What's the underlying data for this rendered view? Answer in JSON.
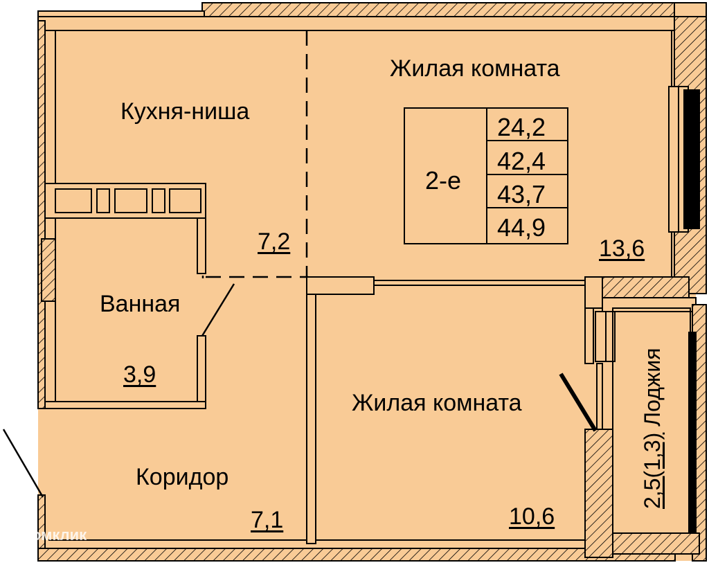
{
  "colors": {
    "floor": "#F9CB96",
    "wall": "#F9CB96",
    "line": "#000000",
    "hatch": "#000000"
  },
  "rooms": {
    "kitchen": {
      "label": "Кухня-ниша",
      "area": "7,2"
    },
    "living_big": {
      "label": "Жилая комната",
      "area": "13,6"
    },
    "bathroom": {
      "label": "Ванная",
      "area": "3,9"
    },
    "corridor": {
      "label": "Коридор",
      "area": "7,1"
    },
    "living_small": {
      "label": "Жилая комната",
      "area": "10,6"
    },
    "loggia": {
      "label": "Лоджия",
      "area": "2,5(1,3)"
    }
  },
  "summary": {
    "type": "2-е",
    "areas": [
      "24,2",
      "42,4",
      "43,7",
      "44,9"
    ]
  },
  "watermark": "Домклик"
}
